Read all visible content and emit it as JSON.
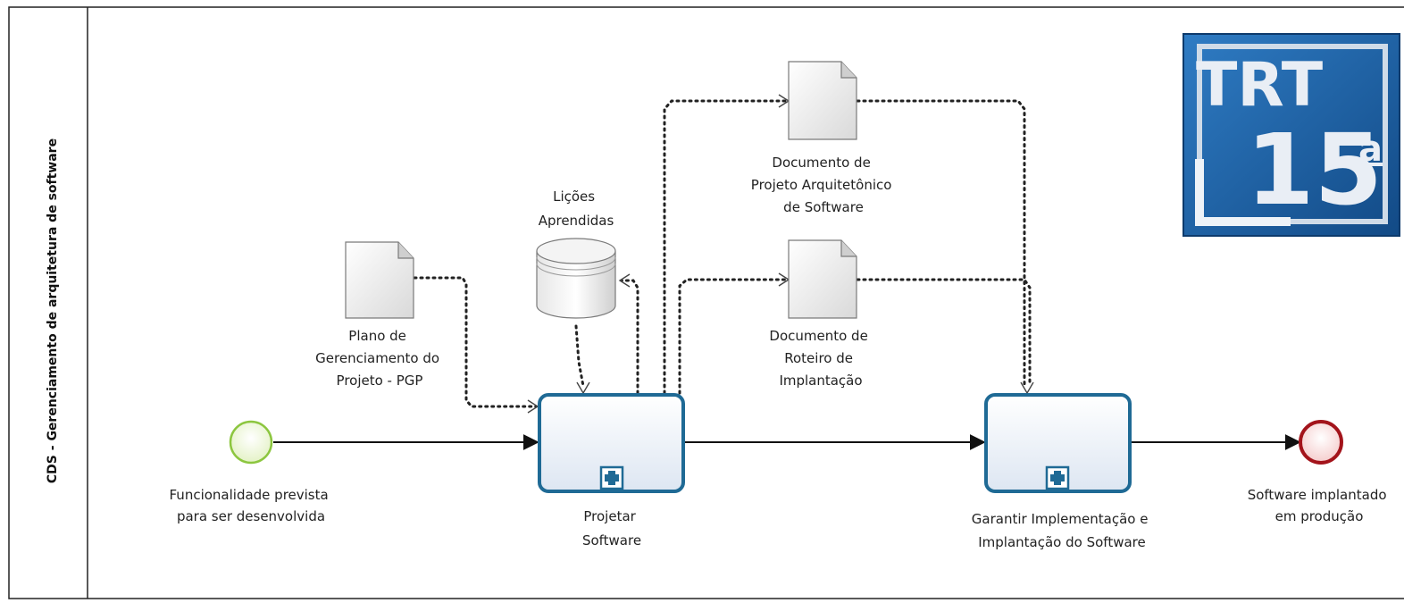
{
  "pool": {
    "lane_label": "CDS - Gerenciamento de arquitetura de software"
  },
  "logo": {
    "text_top": "TRT",
    "text_number": "15",
    "text_ordinal": "a"
  },
  "events": {
    "start": {
      "label_lines": [
        "Funcionalidade prevista",
        "para ser desenvolvida"
      ],
      "color": "#8cc63f"
    },
    "end": {
      "label_lines": [
        "Software implantado",
        "em produção"
      ],
      "color": "#a3141b"
    }
  },
  "tasks": {
    "projetar": {
      "label_lines": [
        "Projetar",
        "Software"
      ]
    },
    "garantir": {
      "label_lines": [
        "Garantir Implementação e",
        "Implantação do Software"
      ]
    }
  },
  "artifacts": {
    "plano": {
      "label_lines": [
        "Plano de",
        "Gerenciamento do",
        "Projeto - PGP"
      ]
    },
    "licoes": {
      "label_lines": [
        "Lições",
        "Aprendidas"
      ]
    },
    "doc_arquitetonico": {
      "label_lines": [
        "Documento de",
        "Projeto Arquitetônico",
        "de Software"
      ]
    },
    "doc_roteiro": {
      "label_lines": [
        "Documento de",
        "Roteiro de",
        "Implantação"
      ]
    }
  },
  "colors": {
    "task_border": "#1f6a95",
    "logo_blue": "#1d5fa3"
  }
}
